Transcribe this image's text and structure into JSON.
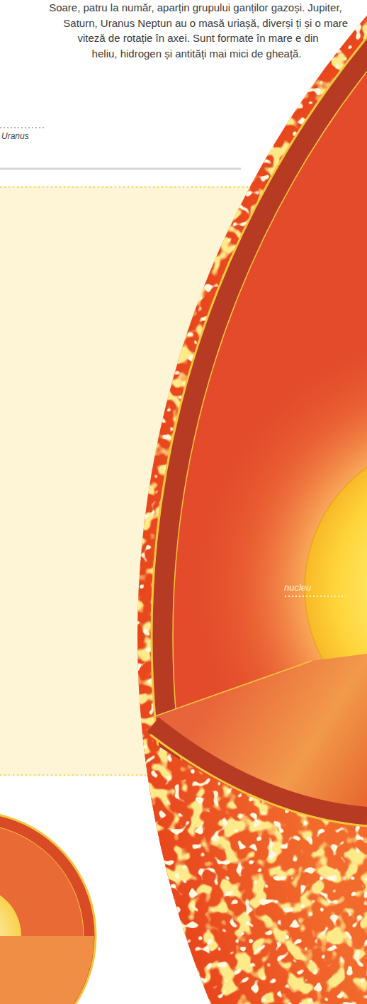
{
  "diagram": {
    "labels": [
      "Soare, patru la număr, aparțin grupului ganților gazoși. Jupiter, Saturn, Uranus Neptun au o masă uriașă, diverși ți și o mare viteză de rotație în axei. Sunt formate în mare e din heliu, hidrogen și antități mai mici de gheață.",
      "Uranus",
      "nucleu"
    ]
  }
}
